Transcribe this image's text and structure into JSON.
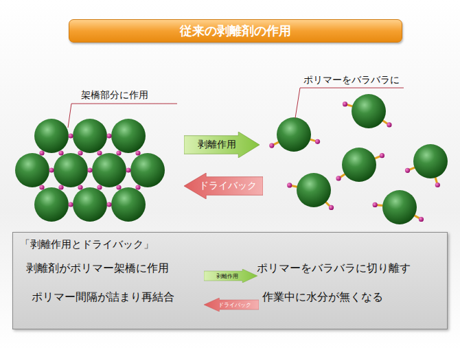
{
  "diagram": {
    "title": "従来の剥離剤の作用",
    "nodes": [
      {
        "text": [
          "剥離作用"
        ]
      },
      {
        "text": [
          "ドライバック"
        ]
      },
      {
        "text": [
          "「剥離作用とドライバック」"
        ]
      },
      {
        "text": [
          "剥離作用"
        ],
        "in": 2
      },
      {
        "text": [
          "ドライバック"
        ],
        "in": 2
      }
    ],
    "labels": [
      "架橋部分に作用",
      "ポリマーをバラバラに",
      "剥離剤がポリマー架橋に作用",
      "ポリマーをバラバラに切り離す",
      "ポリマー間隔が詰まり再結合",
      "作業中に水分が無くなる"
    ]
  }
}
